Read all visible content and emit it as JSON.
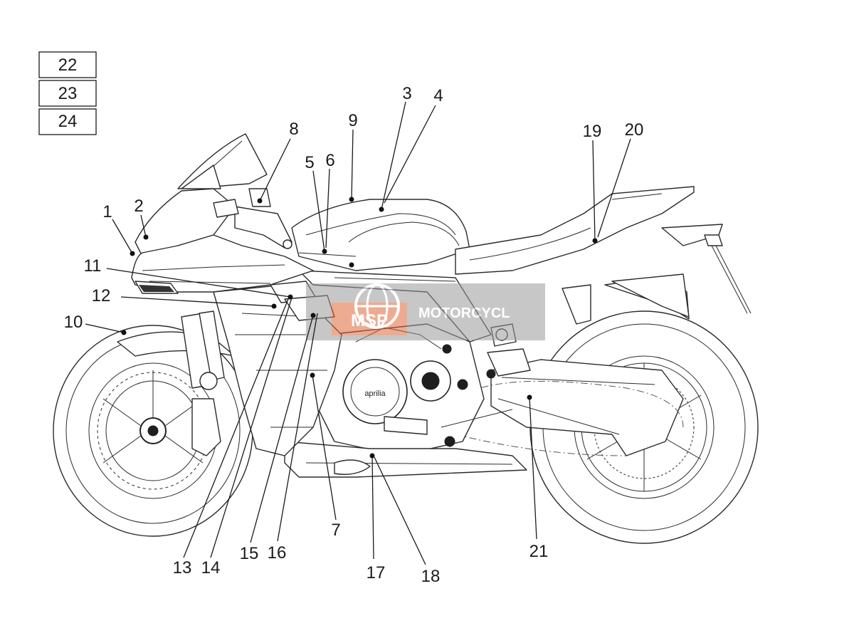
{
  "boxes": [
    "22",
    "23",
    "24"
  ],
  "labels": [
    "1",
    "2",
    "3",
    "4",
    "5",
    "6",
    "7",
    "8",
    "9",
    "10",
    "11",
    "12",
    "13",
    "14",
    "15",
    "16",
    "17",
    "18",
    "19",
    "20",
    "21"
  ],
  "watermark": {
    "text": "MOTORCYCL",
    "badge": "MSP"
  },
  "tank_brand": "aprilia",
  "colors": {
    "line": "#1a1a1a",
    "watermark_band": "#9a9a9a",
    "watermark_badge": "#e0673a"
  }
}
